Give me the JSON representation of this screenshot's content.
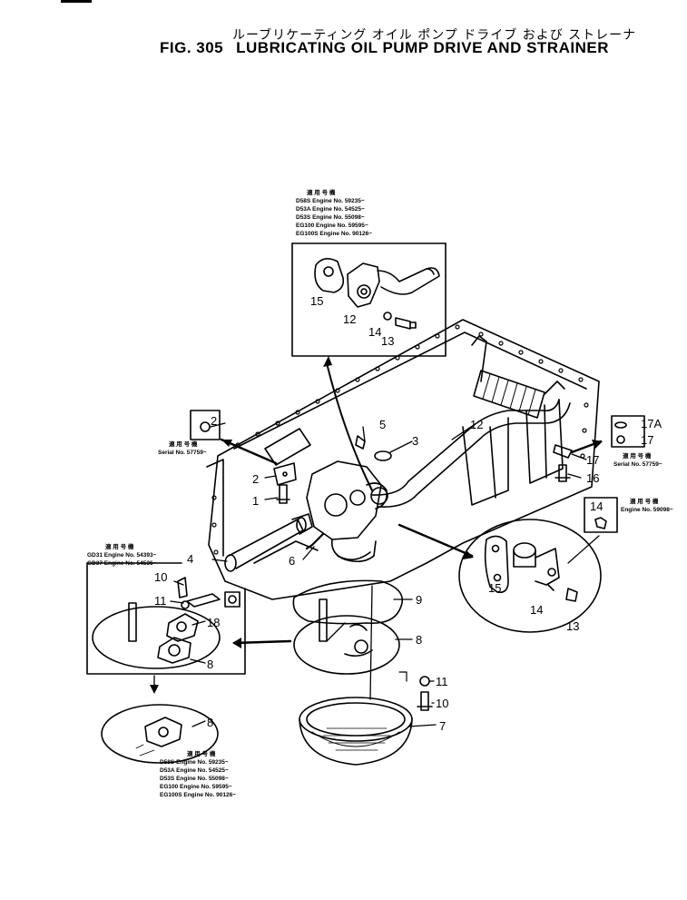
{
  "figure": {
    "number": "FIG. 305",
    "title_en": "LUBRICATING OIL PUMP DRIVE AND STRAINER",
    "title_jp": "ルーブリケーティング オイル ポンプ ドライブ および ストレーナ"
  },
  "notes": {
    "top_inset": {
      "header": "適 用 号 機",
      "lines": [
        "D58S  Engine No. 59235~",
        "D53A  Engine No. 54525~",
        "D53S  Engine No. 55098~",
        "EG100  Engine No. 59595~",
        "EG100S  Engine No. 90126~"
      ]
    },
    "left_bracket": {
      "header": "適 用 号 機",
      "lines": [
        "Serial No. 57759~"
      ]
    },
    "right_bracket": {
      "header": "適 用 号 機",
      "lines": [
        "Serial No. 57759~"
      ]
    },
    "right_nut": {
      "header": "適 用 号 機",
      "lines": [
        "Engine No. 59098~"
      ]
    },
    "left_strainer": {
      "header": "適 用 号 機",
      "lines": [
        "GD31  Engine No. 54393~",
        "GD37  Engine No. 54536~"
      ]
    },
    "bottom": {
      "header": "適 用 号 機",
      "lines": [
        "D58S  Engine No. 59235~",
        "D53A  Engine No. 54525~",
        "D53S  Engine No. 55098~",
        "EG100  Engine No. 59595~",
        "EG100S  Engine No. 90126~"
      ]
    }
  },
  "callouts": {
    "c1": "1",
    "c2a": "2",
    "c2b": "2",
    "c3": "3",
    "c4": "4",
    "c5": "5",
    "c6": "6",
    "c7": "7",
    "c8a": "8",
    "c8b": "8",
    "c8c": "8",
    "c9": "9",
    "c10a": "10",
    "c10b": "10",
    "c11a": "11",
    "c11b": "11",
    "c12a": "12",
    "c12b": "12",
    "c13a": "13",
    "c13b": "13",
    "c14a": "14",
    "c14b": "14",
    "c14c": "14",
    "c15a": "15",
    "c15b": "15",
    "c16": "16",
    "c17a": "17",
    "c17b": "17",
    "c17A": "17A",
    "c18": "18"
  }
}
